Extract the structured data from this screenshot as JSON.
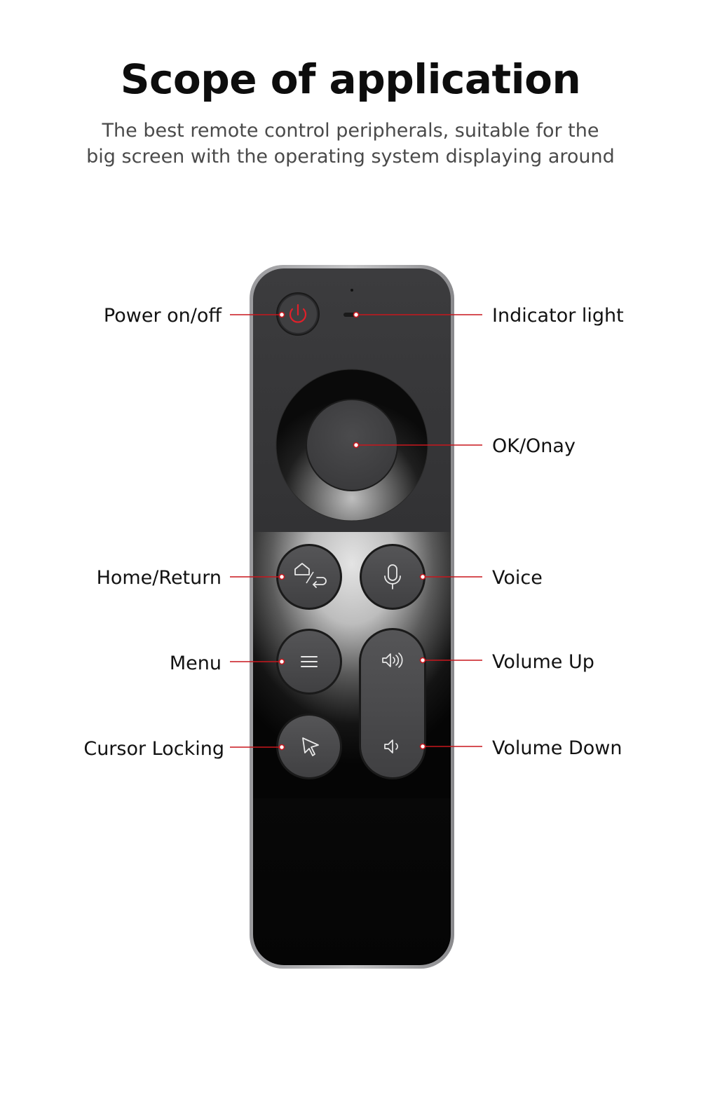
{
  "header": {
    "title": "Scope of application",
    "subtitle_line1": "The best remote control peripherals, suitable for the",
    "subtitle_line2": "big screen with the operating system displaying around"
  },
  "callouts": {
    "power": "Power on/off",
    "indicator": "Indicator light",
    "ok": "OK/Onay",
    "home_return": "Home/Return",
    "voice": "Voice",
    "menu": "Menu",
    "volume_up": "Volume Up",
    "cursor_locking": "Cursor Locking",
    "volume_down": "Volume Down"
  },
  "colors": {
    "callout_line": "#c8161d",
    "power_icon": "#e0202a",
    "remote_body": "#3a3a3c",
    "remote_edge": "#8d8d90"
  },
  "icons": [
    "power-icon",
    "home-icon",
    "return-icon",
    "microphone-icon",
    "menu-icon",
    "volume-up-icon",
    "volume-down-icon",
    "cursor-icon"
  ]
}
